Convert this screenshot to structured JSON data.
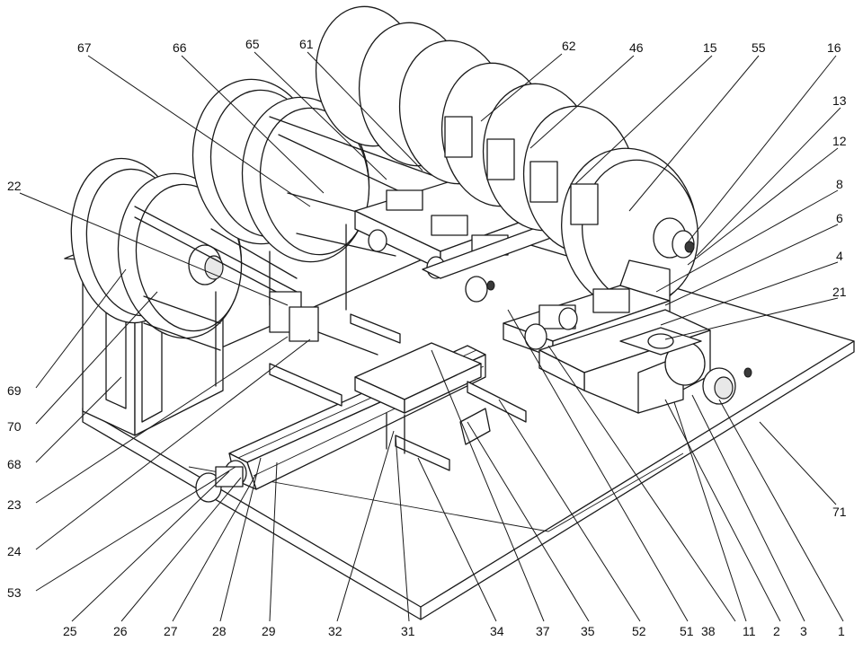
{
  "labels": {
    "l67": "67",
    "l66": "66",
    "l65": "65",
    "l61": "61",
    "l62": "62",
    "l46": "46",
    "l15": "15",
    "l55": "55",
    "l16": "16",
    "l13": "13",
    "l12": "12",
    "l8": "8",
    "l6": "6",
    "l4": "4",
    "l21": "21",
    "l22": "22",
    "l69": "69",
    "l70": "70",
    "l68": "68",
    "l23": "23",
    "l24": "24",
    "l53": "53",
    "l71": "71",
    "l25": "25",
    "l26": "26",
    "l27": "27",
    "l28": "28",
    "l29": "29",
    "l32": "32",
    "l31": "31",
    "l34": "34",
    "l37": "37",
    "l35": "35",
    "l52": "52",
    "l51": "51",
    "l38": "38",
    "l11": "11",
    "l2": "2",
    "l3": "3",
    "l1": "1"
  }
}
